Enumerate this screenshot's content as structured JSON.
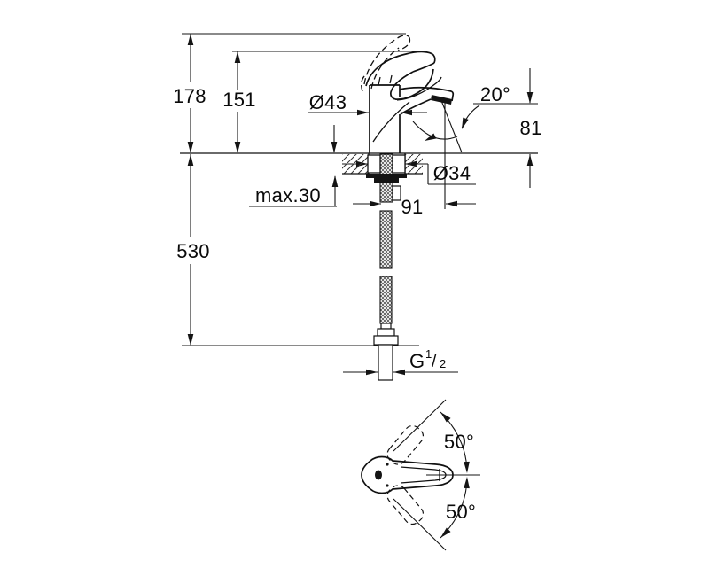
{
  "colors": {
    "line": "#111111",
    "background": "#ffffff"
  },
  "front_view": {
    "total_height": "178",
    "lever_height": "151",
    "hose_length": "530",
    "body_diameter": "Ø43",
    "stream_angle": "20°",
    "outlet_height": "81",
    "max_deck_thickness": "max.30",
    "hole_diameter": "Ø34",
    "spout_projection": "91",
    "thread": {
      "letter": "G",
      "numerator": "1",
      "slash": "/",
      "denominator": "2"
    }
  },
  "top_view": {
    "swing_angle_upper": "50°",
    "swing_angle_lower": "50°"
  }
}
